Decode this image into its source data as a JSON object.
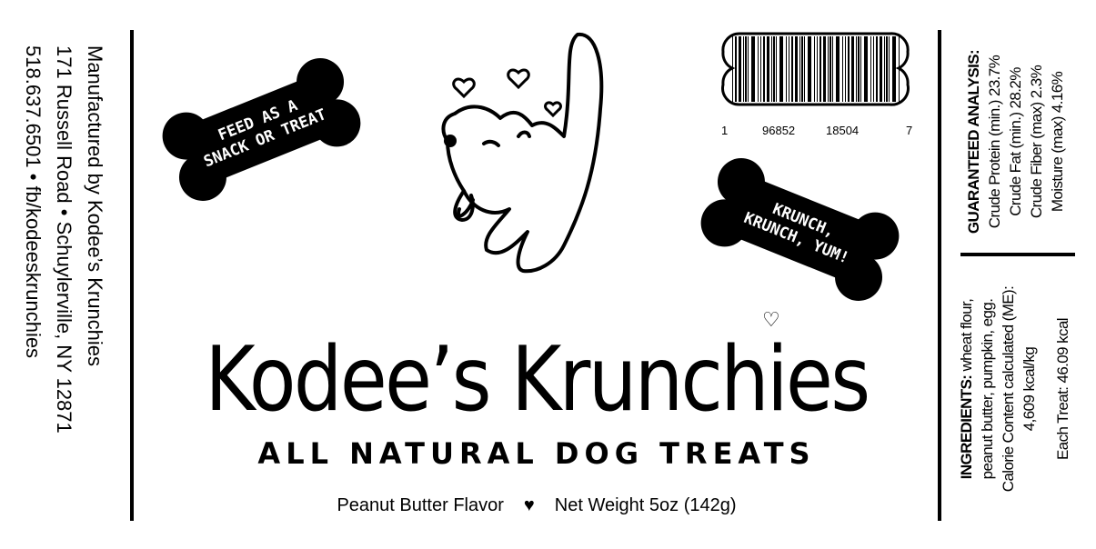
{
  "manufacturer": {
    "line1": "Manufactured by Kodee’s Krunchies",
    "line2": "171 Russell Road • Schuylerville, NY 12871",
    "line3": "518.637.6501 • fb/kodeeskrunchies"
  },
  "bones": {
    "left": [
      "FEED AS A",
      "SNACK OR TREAT"
    ],
    "right": [
      "KRUNCH,",
      "KRUNCH, YUM!"
    ]
  },
  "brand": {
    "title": "Kodee’s Krunchies",
    "subtitle": "ALL NATURAL DOG TREATS",
    "flavor": "Peanut Butter Flavor",
    "net_weight": "Net Weight 5oz (142g)"
  },
  "barcode": {
    "digits": [
      "1",
      "96852",
      "18504",
      "7"
    ]
  },
  "guaranteed_analysis": {
    "heading": "GUARANTEED ANALYSIS:",
    "lines": [
      "Crude Protein (min.) 23.7%",
      "Crude Fat (min.) 28.2%",
      "Crude Fiber (max) 2.3%",
      "Moisture (max) 4.16%"
    ]
  },
  "ingredients": {
    "heading": "INGREDIENTS:",
    "text1": " wheat flour,",
    "text2": "peanut butter, pumpkin, egg.",
    "calorie1": "Calorie Content calculated (ME):",
    "calorie2": "4,609 kcal/kg",
    "each": "Each Treat: 46.09 kcal"
  }
}
